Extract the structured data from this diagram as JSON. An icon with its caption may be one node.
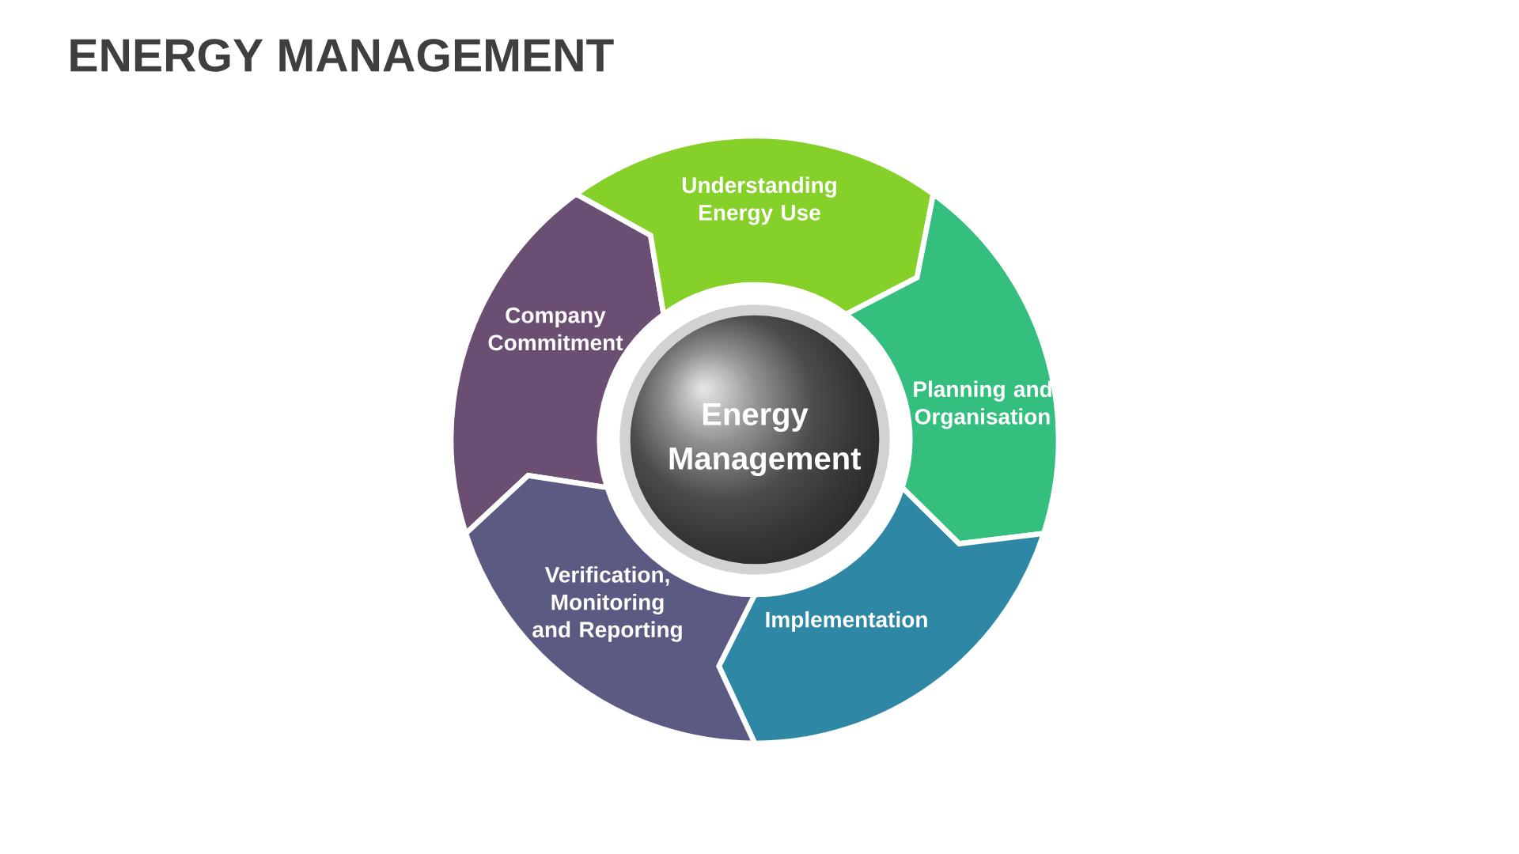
{
  "diagram": {
    "title": "ENERGY MANAGEMENT",
    "nodes": [
      {
        "text": [
          "Energy Management"
        ]
      },
      {
        "text": [
          "Company Commitment"
        ]
      },
      {
        "text": [
          "Understanding Energy Use"
        ]
      },
      {
        "text": [
          "Planning and Organisation"
        ]
      },
      {
        "text": [
          "Implementation"
        ]
      },
      {
        "text": [
          "Verification, Monitoring and Reporting"
        ]
      }
    ]
  }
}
